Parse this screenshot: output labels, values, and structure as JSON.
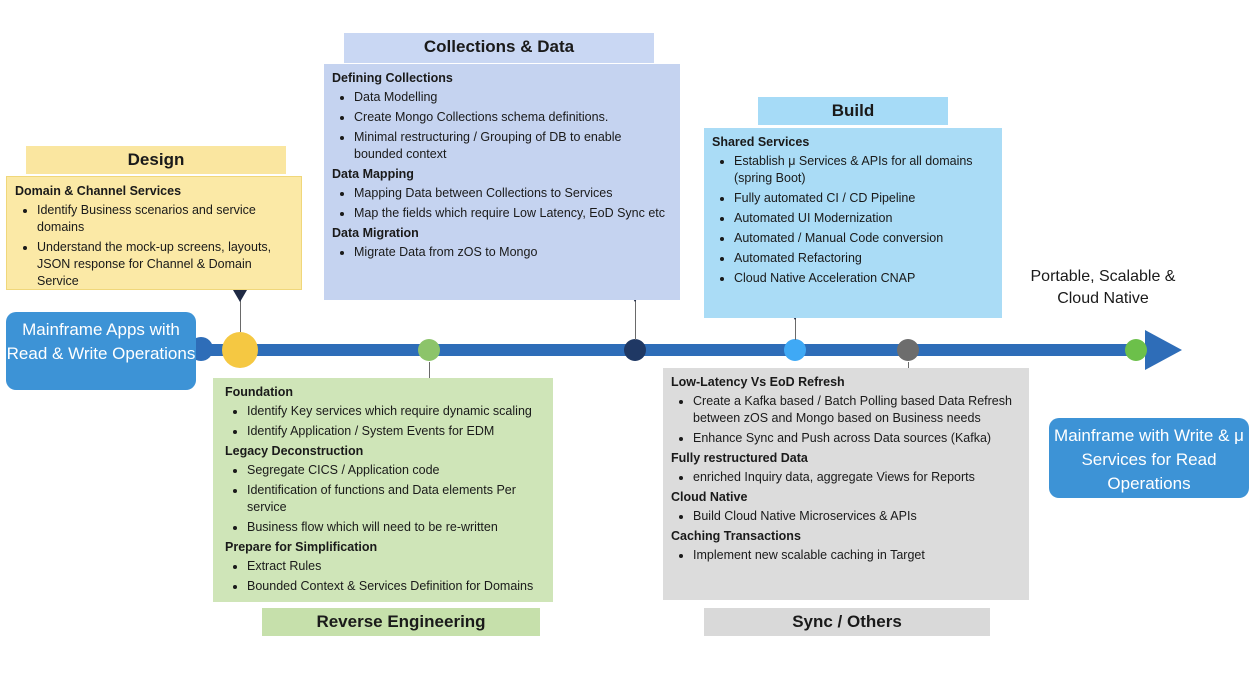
{
  "colors": {
    "timeline": "#2e6db8",
    "design": "#fbe9a6",
    "collections": "#c5d3f0",
    "build": "#aadcf6",
    "reverse_engineering": "#cfe5b8",
    "sync": "#dcdcdc",
    "pill": "#3d93d6"
  },
  "start": {
    "label": "Mainframe Apps with Read & Write Operations"
  },
  "end": {
    "label": "Mainframe with Write & μ Services for Read Operations"
  },
  "goal": {
    "label": "Portable, Scalable & Cloud Native"
  },
  "design": {
    "title": "Design",
    "sections": [
      {
        "heading": "Domain & Channel Services",
        "items": [
          "Identify Business scenarios and service domains",
          "Understand the mock-up screens, layouts, JSON response for Channel & Domain Service"
        ]
      }
    ]
  },
  "collections": {
    "title": "Collections & Data",
    "sections": [
      {
        "heading": "Defining Collections",
        "items": [
          "Data Modelling",
          "Create Mongo Collections schema definitions.",
          "Minimal restructuring / Grouping of DB to enable bounded context"
        ]
      },
      {
        "heading": "Data Mapping",
        "items": [
          "Mapping Data between Collections to Services",
          "Map the fields which require Low Latency, EoD Sync etc"
        ]
      },
      {
        "heading": "Data Migration",
        "items": [
          "Migrate Data from zOS to Mongo"
        ]
      }
    ]
  },
  "build": {
    "title": "Build",
    "sections": [
      {
        "heading": "Shared Services",
        "items": [
          "Establish μ Services & APIs for all domains (spring Boot)",
          "Fully automated CI / CD Pipeline",
          "Automated UI Modernization",
          "Automated / Manual Code conversion",
          "Automated Refactoring",
          "Cloud Native Acceleration CNAP"
        ]
      }
    ]
  },
  "reverse": {
    "title": "Reverse Engineering",
    "sections": [
      {
        "heading": "Foundation",
        "items": [
          "Identify Key services which require dynamic scaling",
          "Identify Application / System Events for EDM"
        ]
      },
      {
        "heading": "Legacy Deconstruction",
        "items": [
          "Segregate CICS / Application code",
          "Identification of functions and Data elements Per service",
          "Business flow which will need to be re-written"
        ]
      },
      {
        "heading": "Prepare for Simplification",
        "items": [
          "Extract Rules",
          "Bounded Context & Services Definition for Domains"
        ]
      }
    ]
  },
  "sync": {
    "title": "Sync / Others",
    "sections": [
      {
        "heading": "Low-Latency Vs EoD Refresh",
        "items": [
          "Create a Kafka based / Batch Polling based Data Refresh between zOS and Mongo based on Business needs",
          "Enhance Sync and Push across Data sources (Kafka)"
        ]
      },
      {
        "heading": "Fully restructured Data",
        "items": [
          "enriched Inquiry data, aggregate Views for Reports"
        ]
      },
      {
        "heading": "Cloud Native",
        "items": [
          "Build Cloud Native Microservices & APIs"
        ]
      },
      {
        "heading": "Caching Transactions",
        "items": [
          "Implement new scalable caching in Target"
        ]
      }
    ]
  }
}
